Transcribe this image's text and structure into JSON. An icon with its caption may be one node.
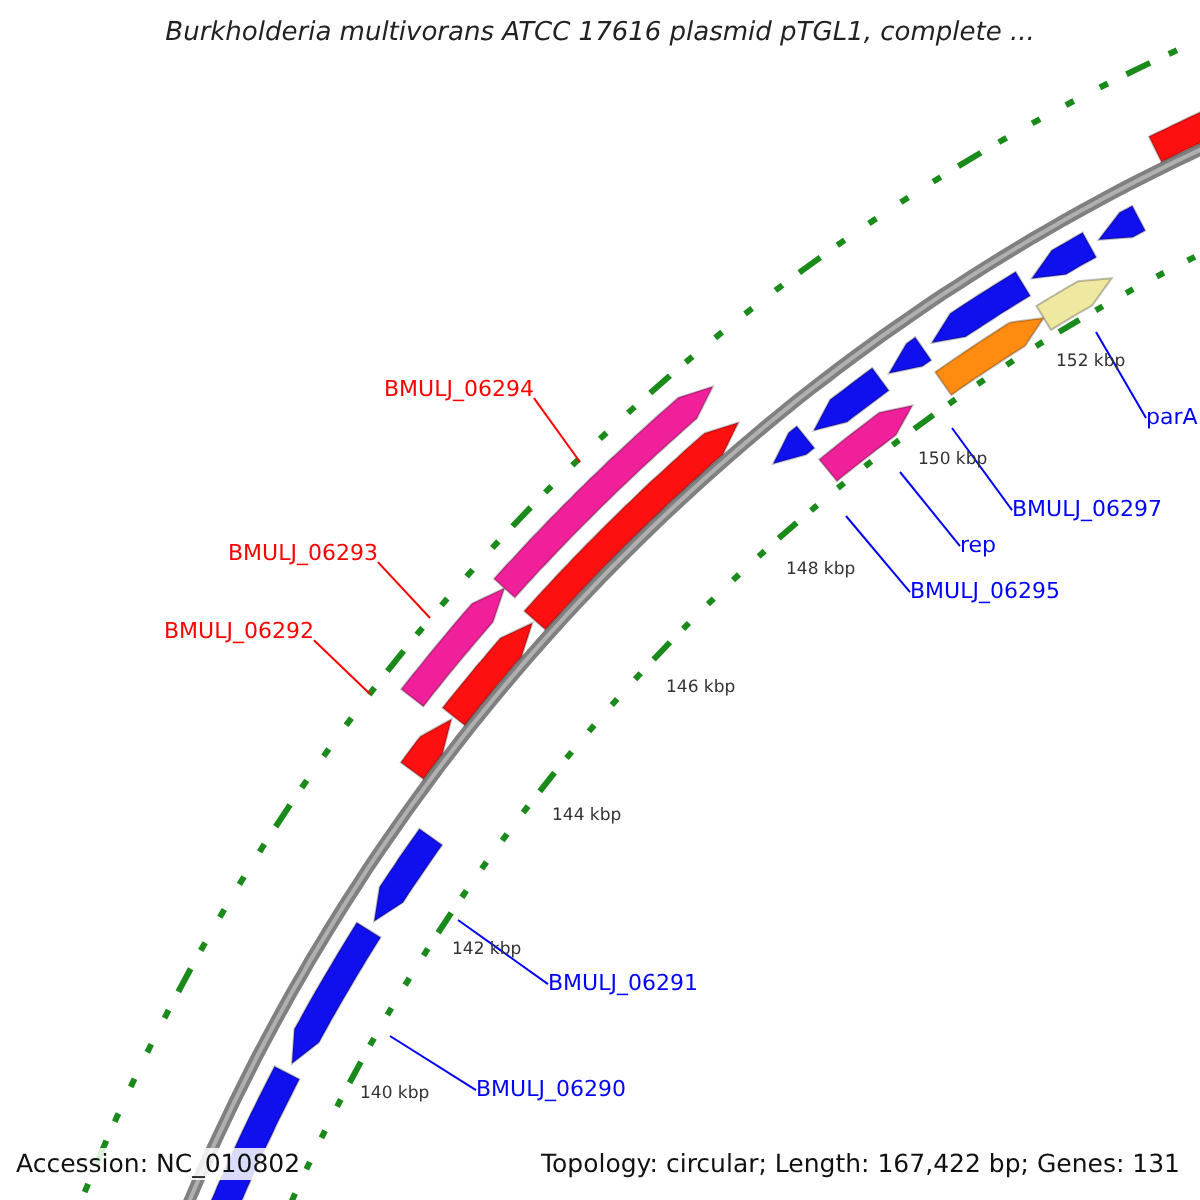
{
  "diagram": {
    "title": "Burkholderia multivorans ATCC 17616 plasmid pTGL1, complete ...",
    "nodes": [
      {
        "text": [
          "BMULJ_06294"
        ]
      },
      {
        "text": [
          "parA"
        ]
      },
      {
        "text": [
          "BMULJ_06297"
        ]
      },
      {
        "text": [
          "rep"
        ]
      },
      {
        "text": [
          "BMULJ_06293"
        ]
      },
      {
        "text": [
          "BMULJ_06295"
        ]
      },
      {
        "text": [
          "BMULJ_06292"
        ]
      },
      {
        "text": [
          "BMULJ_06291"
        ]
      },
      {
        "text": [
          "BMULJ_06290"
        ]
      }
    ],
    "edges": [
      {
        "from": 0,
        "to": null,
        "arrow": "none",
        "color": "#ff0000"
      },
      {
        "from": 1,
        "to": null,
        "arrow": "none"
      },
      {
        "from": 2,
        "to": null,
        "arrow": "none"
      },
      {
        "from": 3,
        "to": null,
        "arrow": "none"
      },
      {
        "from": 4,
        "to": null,
        "arrow": "none",
        "color": "#ff0000"
      },
      {
        "from": 5,
        "to": null,
        "arrow": "none"
      },
      {
        "from": 6,
        "to": null,
        "arrow": "none",
        "color": "#ff0000"
      },
      {
        "from": 7,
        "to": null,
        "arrow": "none"
      },
      {
        "from": 8,
        "to": null,
        "arrow": "none"
      }
    ],
    "labels": [
      "152 kbp",
      "150 kbp",
      "148 kbp",
      "146 kbp",
      "144 kbp",
      "142 kbp",
      "140 kbp",
      "Accession: NC_010802",
      "Topology: circular; Length: 167,422 bp; Genes: 131"
    ]
  }
}
